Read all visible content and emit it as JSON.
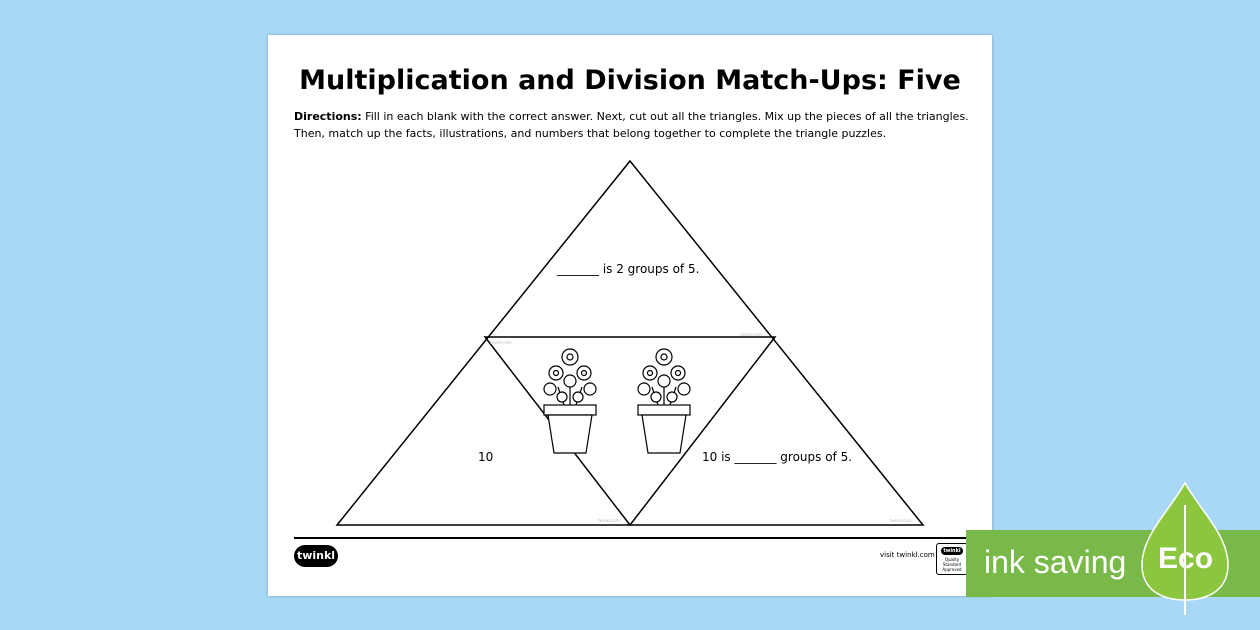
{
  "worksheet": {
    "title": "Multiplication and Division Match-Ups: Five",
    "directions_label": "Directions:",
    "directions_text": "Fill in each blank with the correct answer. Next, cut out all the triangles. Mix up the pieces of all the triangles. Then, match up the facts, illustrations, and numbers that belong together to complete the triangle puzzles.",
    "pieces": {
      "top": "_______ is 2 groups of 5.",
      "left": "10",
      "right": "10 is _______ groups of 5.",
      "center_illustration": "flower-pots-icon"
    },
    "watermark": "twinkl.com"
  },
  "footer": {
    "logo_text": "twinkl",
    "visit_text": "visit twinkl.com",
    "badge_title": "twinkl",
    "badge_text": "Quality Standard Approved"
  },
  "eco_banner": {
    "label": "ink saving",
    "word": "Eco",
    "color": "#78b94a"
  }
}
